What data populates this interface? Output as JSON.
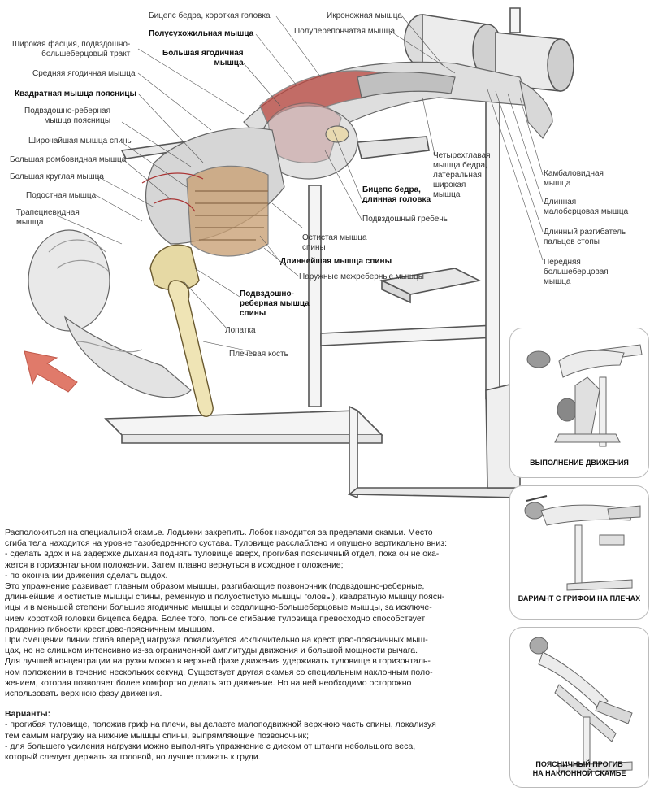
{
  "labels": {
    "biceps_short_head": "Бицепс бедра, короткая головка",
    "gastrocnemius": "Икроножная мышца",
    "semitendinosus": "Полусухожильная мышца",
    "semimembranosus": "Полуперепончатая мышца",
    "fascia_lata": "Широкая фасция, подвздошно-\nбольшеберцовый тракт",
    "gluteus_maximus": "Большая ягодичная\nмышца",
    "gluteus_medius": "Средняя ягодичная мышца",
    "quadratus_lumborum": "Квадратная мышца поясницы",
    "iliocostalis_lumborum": "Подвздошно-реберная\nмышца поясницы",
    "latissimus": "Широчайшая мышца спины",
    "rhomboid_major": "Большая ромбовидная мышца",
    "teres_major": "Большая круглая мышца",
    "infraspinatus": "Подостная мышца",
    "trapezius": "Трапециевидная\nмышца",
    "quadriceps_vastus_lateralis": "Четырехглавая\nмышца бедра,\nлатеральная\nширокая\nмышца",
    "biceps_long_head": "Бицепс бедра,\nдлинная головка",
    "iliac_crest": "Подвздошный гребень",
    "spinalis": "Остистая мышца\nспины",
    "longissimus": "Длиннейшая мышца спины",
    "external_intercostal": "Наружные межреберные мышцы",
    "iliocostalis_back": "Подвздошно-\nреберная мышца\nспины",
    "scapula": "Лопатка",
    "humerus": "Плечевая кость",
    "soleus": "Камбаловидная\nмышца",
    "peroneus_longus": "Длинная\nмалоберцовая мышца",
    "extensor_digitorum_longus": "Длинный разгибатель\nпальцев стопы",
    "tibialis_anterior": "Передняя\nбольшеберцовая\nмышца"
  },
  "panels": {
    "execution": "ВЫПОЛНЕНИЕ ДВИЖЕНИЯ",
    "barbell": "ВАРИАНТ С ГРИФОМ НА ПЛЕЧАХ",
    "incline": "ПОЯСНИЧНЫЙ ПРОГИБ\nНА НАКЛОННОЙ СКАМЬЕ"
  },
  "body": {
    "p1": "Расположиться на специальной скамье. Лодыжки закрепить. Лобок находится за пределами скамьи. Место\nсгиба тела находится на уровне тазобедренного сустава. Туловище расслаблено и опущено вертикально вниз:\n- сделать вдох и на задержке дыхания поднять туловище вверх, прогибая поясничный отдел, пока он не ока-\nжется в горизонтальном положении. Затем плавно вернуться в исходное положение;\n- по окончании движения сделать выдох.",
    "p2": "Это упражнение развивает главным образом мышцы, разгибающие позвоночник (подвздошно-реберные,\nдлиннейшие и остистые мышцы спины, ременную и полуостистую мышцы головы), квадратную мышцу поясн-\nицы и в меньшей степени большие ягодичные мышцы и седалищно-большеберцовые мышцы, за исключе-\nнием короткой головки бицепса бедра. Более того, полное сгибание туловища превосходно способствует\nприданию гибкости крестцово-поясничным мышцам.",
    "p3": "При смещении линии сгиба вперед нагрузка локализуется исключительно на крестцово-поясничных мыш-\nцах, но не слишком интенсивно из-за ограниченной амплитуды движения и большой мощности рычага.",
    "p4": "Для лучшей концентрации нагрузки можно в верхней фазе движения удерживать туловище в горизонталь-\nном положении в течение нескольких секунд. Существует другая скамья со специальным наклонным поло-\nжением, которая позволяет более комфортно делать это движение.  Но на ней необходимо осторожно\nиспользовать верхнюю фазу движения.",
    "variants_title": "Варианты:",
    "v1": "- прогибая туловище, положив гриф на плечи, вы делаете малоподвижной верхнюю часть спины, локализуя\nтем самым нагрузку на нижние мышцы спины, выпрямляющие позвоночник;",
    "v2": "- для большего усиления нагрузки можно выполнять упражнение с диском от штанги небольшого веса,\nкоторый следует держать за головой, но лучше прижать к груди."
  }
}
